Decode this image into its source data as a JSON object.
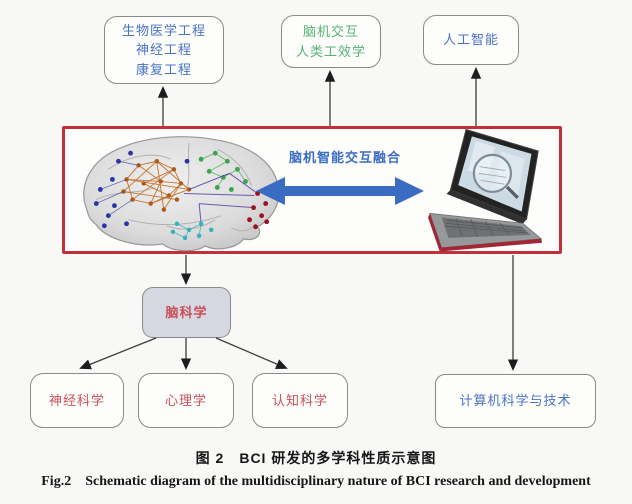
{
  "figure": {
    "caption_zh": "图 2　BCI 研发的多学科性质示意图",
    "caption_en": "Fig.2　Schematic diagram of the multidisciplinary nature of BCI research and development"
  },
  "diagram": {
    "center_label": "脑机智能交互融合",
    "top_boxes": [
      {
        "id": "engineering",
        "lines": [
          "生物医学工程",
          "神经工程",
          "康复工程"
        ]
      },
      {
        "id": "interaction",
        "lines": [
          "脑机交互",
          "人类工效学"
        ]
      },
      {
        "id": "ai",
        "lines": [
          "人工智能"
        ]
      }
    ],
    "brain_science": {
      "label": "脑科学"
    },
    "disciplines": [
      {
        "label": "神经科学"
      },
      {
        "label": "心理学"
      },
      {
        "label": "认知科学"
      }
    ],
    "computer_science": {
      "label": "计算机科学与技术"
    }
  },
  "colors": {
    "blue-text": "#4a73c4",
    "green-text": "#55b175",
    "red-text": "#c9505a",
    "fusion-blue": "#3a6cc2",
    "red-frame": "#c2303a",
    "box-border": "#8a8a8a",
    "brain-box-fill": "#d5d8e0"
  }
}
